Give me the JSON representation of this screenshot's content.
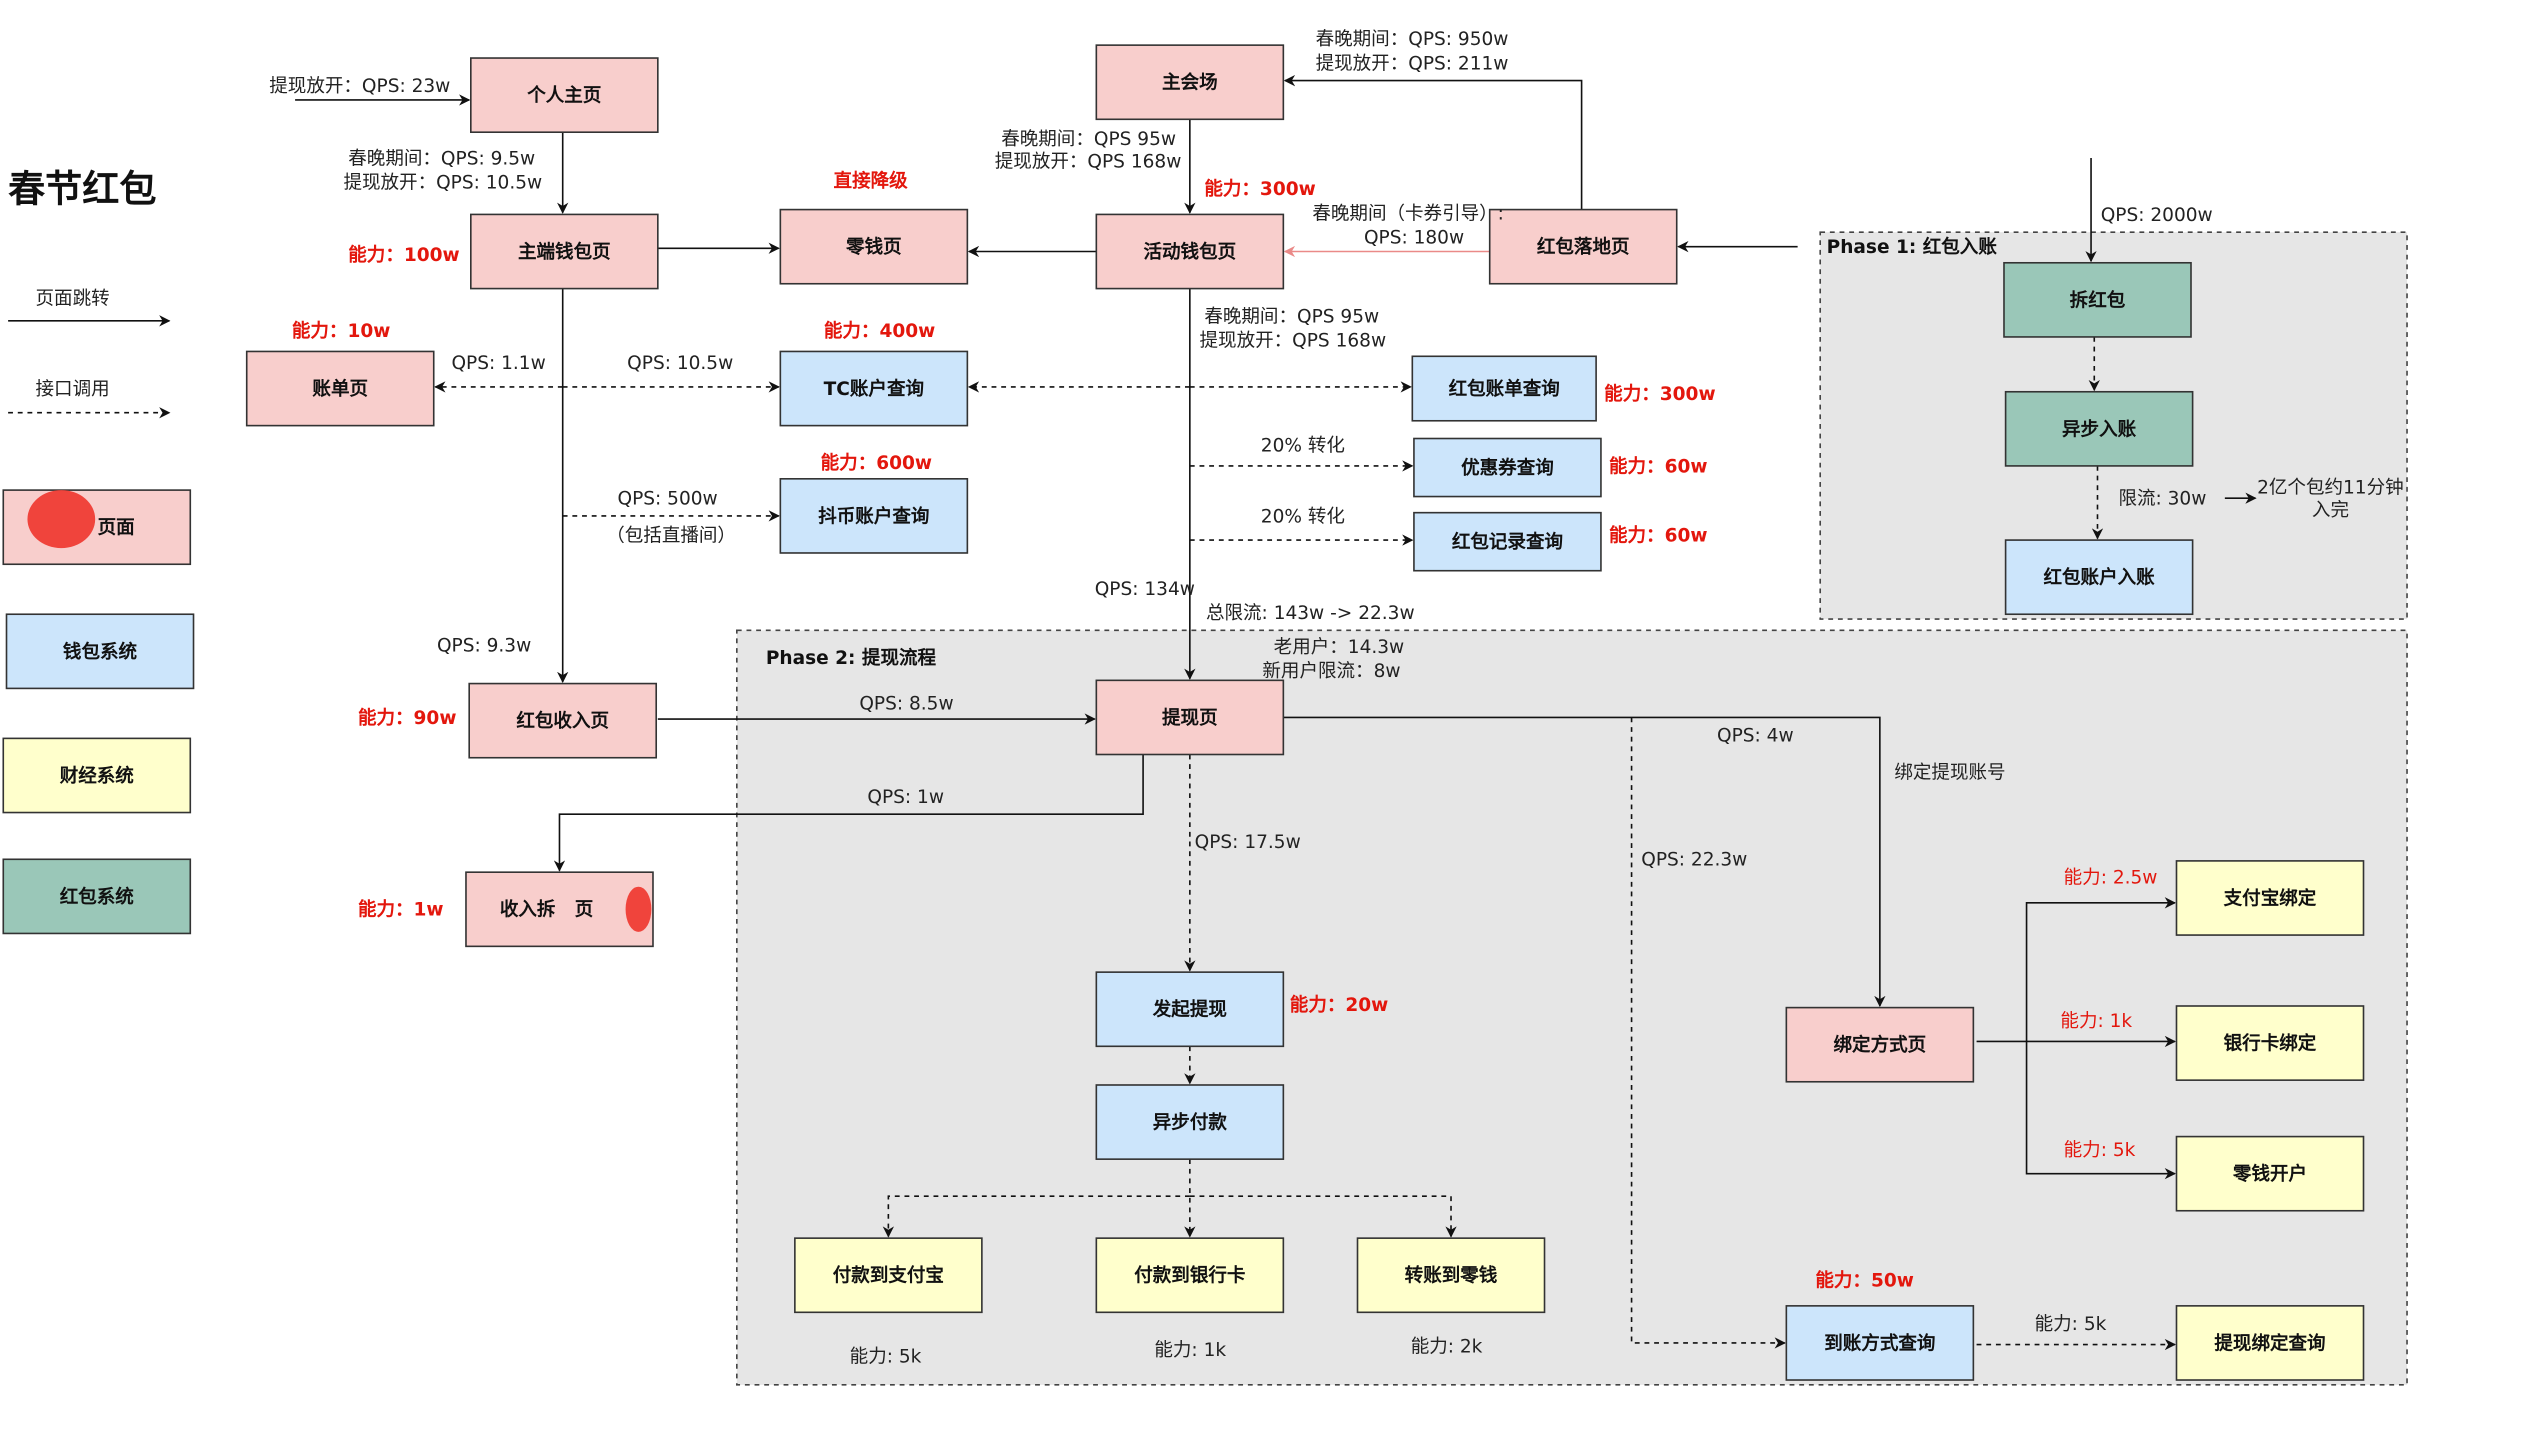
{
  "title": "春节红包",
  "colors": {
    "page": "#f8cecc",
    "wallet": "#cce5fb",
    "finance": "#ffffcc",
    "redpacket": "#9ac7b8",
    "group_bg": "#e6e6e6",
    "capacity_red": "#e3170d",
    "marker_red": "#f0443c",
    "redirect_edge": "#ea8a88"
  },
  "legend": {
    "page_jump": "页面跳转",
    "api_call": "接口调用",
    "items": [
      {
        "label": "页面",
        "system": "page"
      },
      {
        "label": "钱包系统",
        "system": "wallet"
      },
      {
        "label": "财经系统",
        "system": "finance"
      },
      {
        "label": "红包系统",
        "system": "redpacket"
      }
    ]
  },
  "groups": [
    {
      "label": "Phase 1: 红包入账"
    },
    {
      "label": "Phase 2: 提现流程"
    }
  ],
  "nodes": [
    {
      "label": "个人主页",
      "system": "page"
    },
    {
      "label": "主会场",
      "system": "page"
    },
    {
      "label": "主端钱包页",
      "system": "page"
    },
    {
      "label": "零钱页",
      "system": "page"
    },
    {
      "label": "活动钱包页",
      "system": "page"
    },
    {
      "label": "红包落地页",
      "system": "page"
    },
    {
      "label": "账单页",
      "system": "page"
    },
    {
      "label": "TC账户查询",
      "system": "wallet"
    },
    {
      "label": "红包账单查询",
      "system": "wallet"
    },
    {
      "label": "优惠券查询",
      "system": "wallet"
    },
    {
      "label": "红包记录查询",
      "system": "wallet"
    },
    {
      "label": "抖币账户查询",
      "system": "wallet"
    },
    {
      "label": "拆红包",
      "system": "redpacket"
    },
    {
      "label": "异步入账",
      "system": "redpacket"
    },
    {
      "label": "红包账户入账",
      "system": "wallet"
    },
    {
      "label": "红包收入页",
      "system": "page"
    },
    {
      "label": "提现页",
      "system": "page"
    },
    {
      "label": "收入拆   页",
      "system": "page"
    },
    {
      "label": "发起提现",
      "system": "wallet"
    },
    {
      "label": "异步付款",
      "system": "wallet"
    },
    {
      "label": "付款到支付宝",
      "system": "finance"
    },
    {
      "label": "付款到银行卡",
      "system": "finance"
    },
    {
      "label": "转账到零钱",
      "system": "finance"
    },
    {
      "label": "绑定方式页",
      "system": "page"
    },
    {
      "label": "支付宝绑定",
      "system": "finance"
    },
    {
      "label": "银行卡绑定",
      "system": "finance"
    },
    {
      "label": "零钱开户",
      "system": "finance"
    },
    {
      "label": "到账方式查询",
      "system": "wallet"
    },
    {
      "label": "提现绑定查询",
      "system": "finance"
    }
  ],
  "annotations": [
    {
      "text": "提现放开：QPS: 23w",
      "style": "normal"
    },
    {
      "text": "春晚期间：QPS: 9.5w",
      "style": "normal"
    },
    {
      "text": "提现放开：QPS: 10.5w",
      "style": "normal"
    },
    {
      "text": "能力：100w",
      "style": "capacity"
    },
    {
      "text": "直接降级",
      "style": "capacity"
    },
    {
      "text": "春晚期间：QPS 95w",
      "style": "normal"
    },
    {
      "text": "提现放开：QPS 168w",
      "style": "normal"
    },
    {
      "text": "能力：300w",
      "style": "capacity"
    },
    {
      "text": "春晚期间：QPS: 950w",
      "style": "normal"
    },
    {
      "text": "提现放开：QPS: 211w",
      "style": "normal"
    },
    {
      "text": "春晚期间（卡券引导）:",
      "style": "normal"
    },
    {
      "text": "QPS: 180w",
      "style": "normal"
    },
    {
      "text": "QPS: 2000w",
      "style": "normal"
    },
    {
      "text": "能力：10w",
      "style": "capacity"
    },
    {
      "text": "QPS: 1.1w",
      "style": "normal"
    },
    {
      "text": "QPS: 10.5w",
      "style": "normal"
    },
    {
      "text": "能力：400w",
      "style": "capacity"
    },
    {
      "text": "春晚期间：QPS 95w",
      "style": "normal"
    },
    {
      "text": "提现放开：QPS 168w",
      "style": "normal"
    },
    {
      "text": "能力：300w",
      "style": "capacity"
    },
    {
      "text": "20% 转化",
      "style": "normal"
    },
    {
      "text": "20% 转化",
      "style": "normal"
    },
    {
      "text": "能力：60w",
      "style": "capacity"
    },
    {
      "text": "能力：60w",
      "style": "capacity"
    },
    {
      "text": "能力：600w",
      "style": "capacity"
    },
    {
      "text": "QPS: 500w",
      "style": "normal"
    },
    {
      "text": "（包括直播间）",
      "style": "normal"
    },
    {
      "text": "限流: 30w",
      "style": "normal"
    },
    {
      "text": "2亿个包约11分钟",
      "style": "normal"
    },
    {
      "text": "入完",
      "style": "normal"
    },
    {
      "text": "QPS: 134w",
      "style": "normal"
    },
    {
      "text": "总限流: 143w -> 22.3w",
      "style": "normal"
    },
    {
      "text": "老用户：14.3w",
      "style": "normal"
    },
    {
      "text": "新用户限流：8w",
      "style": "normal"
    },
    {
      "text": "QPS: 9.3w",
      "style": "normal"
    },
    {
      "text": "能力：90w",
      "style": "capacity"
    },
    {
      "text": "QPS: 8.5w",
      "style": "normal"
    },
    {
      "text": "QPS: 4w",
      "style": "normal"
    },
    {
      "text": "绑定提现账号",
      "style": "normal"
    },
    {
      "text": "QPS: 1w",
      "style": "normal"
    },
    {
      "text": "QPS:  17.5w",
      "style": "normal"
    },
    {
      "text": "QPS:  22.3w",
      "style": "normal"
    },
    {
      "text": "能力: 2.5w",
      "style": "capacity-light"
    },
    {
      "text": "能力：1w",
      "style": "capacity"
    },
    {
      "text": "能力：20w",
      "style": "capacity"
    },
    {
      "text": "能力: 1k",
      "style": "capacity-light"
    },
    {
      "text": "能力: 5k",
      "style": "capacity-light"
    },
    {
      "text": "能力：50w",
      "style": "capacity"
    },
    {
      "text": "能力: 5k",
      "style": "normal"
    },
    {
      "text": "能力: 5k",
      "style": "normal"
    },
    {
      "text": "能力: 1k",
      "style": "normal"
    },
    {
      "text": "能力: 2k",
      "style": "normal"
    }
  ]
}
